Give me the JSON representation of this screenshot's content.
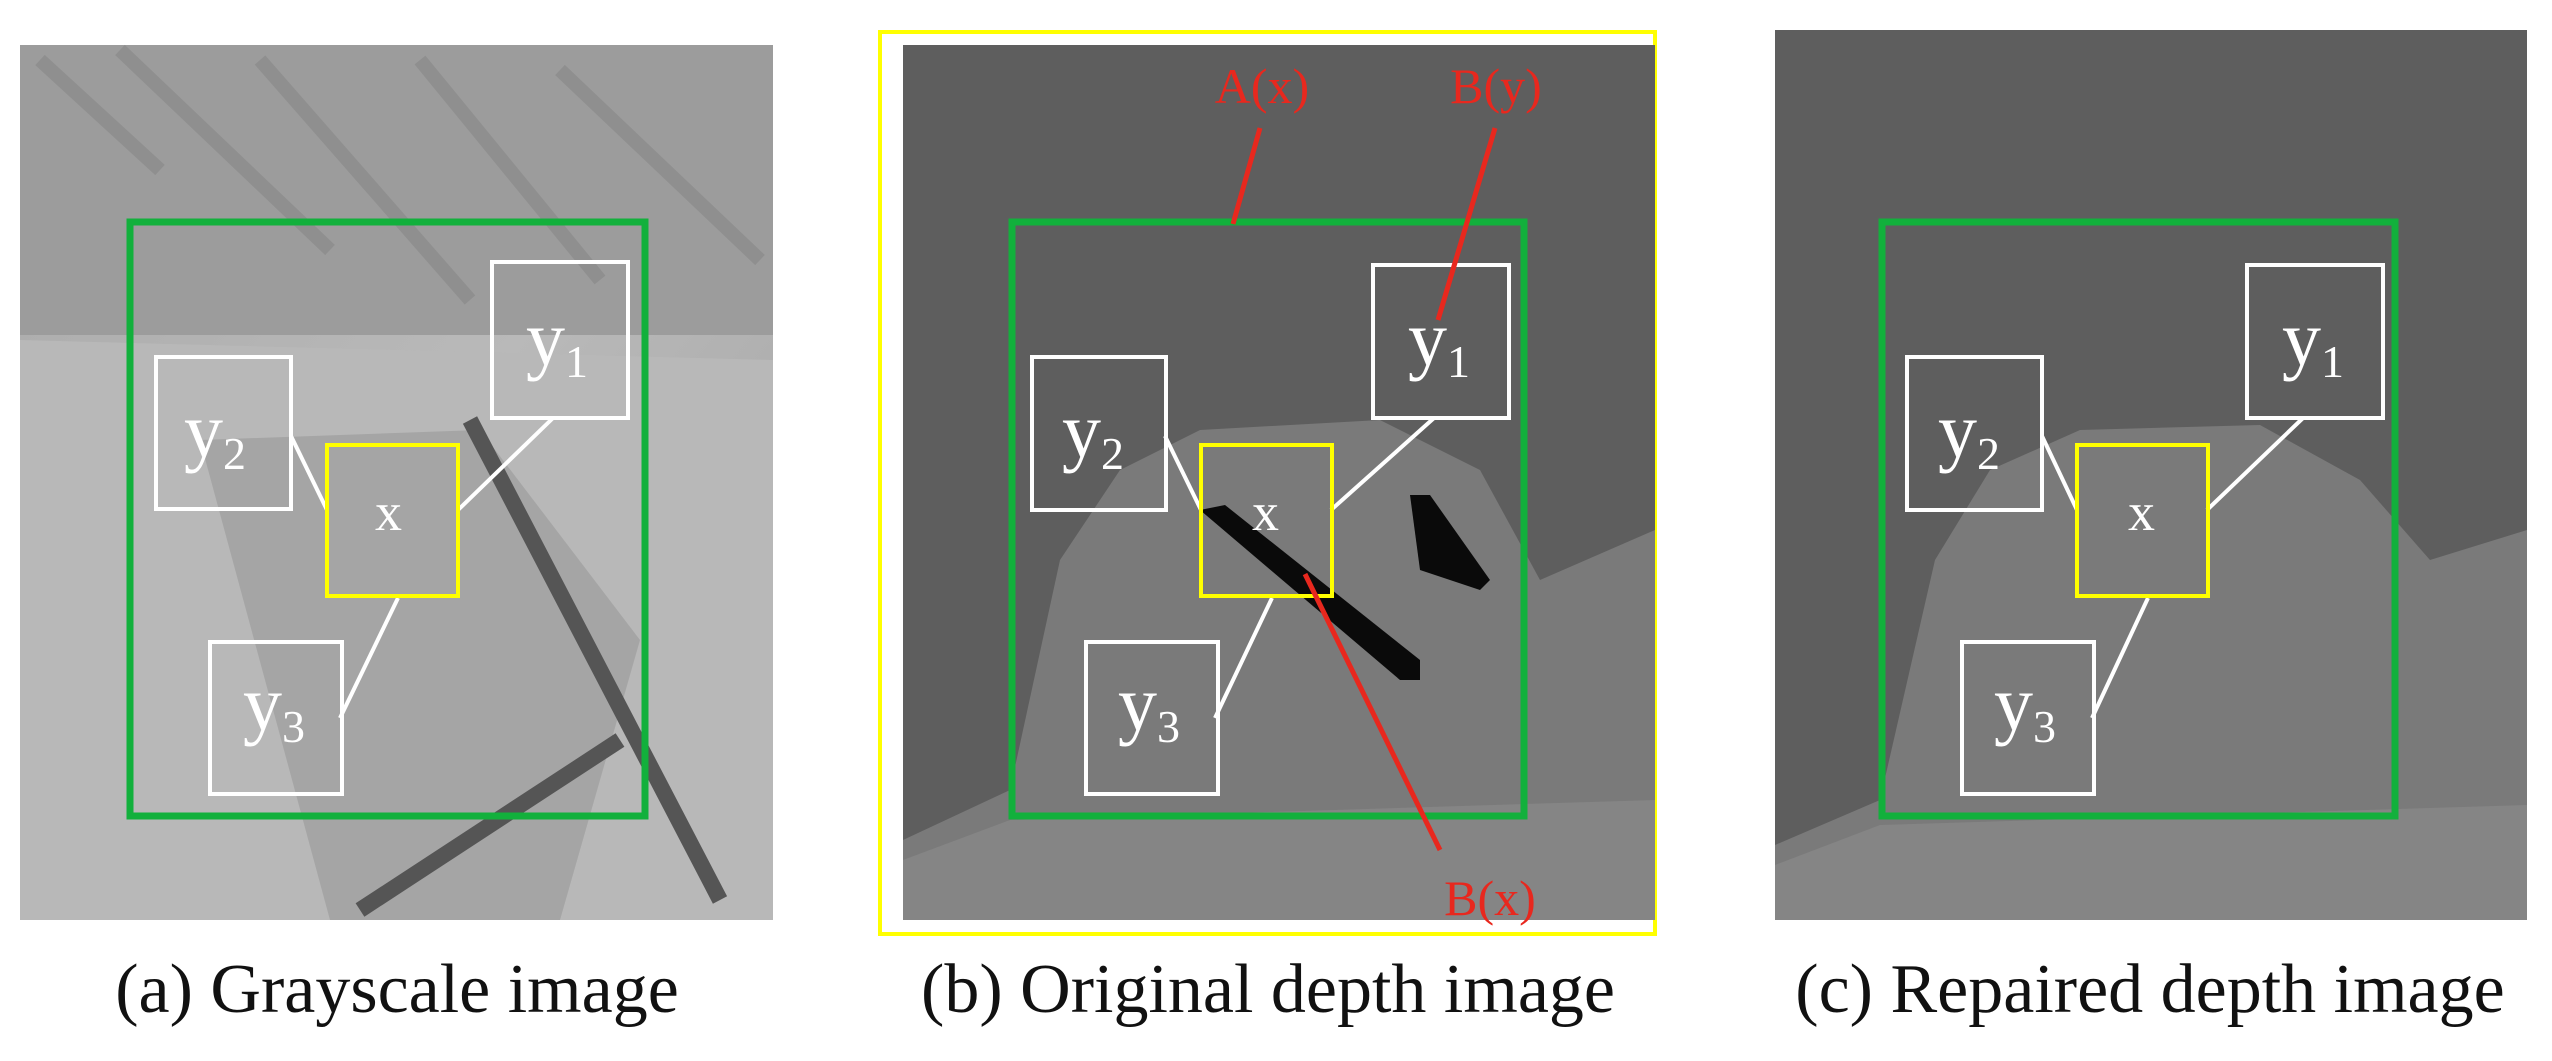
{
  "panels": [
    {
      "caption": "(a) Grayscale image",
      "labels": {
        "y1_base": "y",
        "y1_sub": "1",
        "y2_base": "y",
        "y2_sub": "2",
        "y3_base": "y",
        "y3_sub": "3",
        "x": "x"
      }
    },
    {
      "caption": "(b) Original depth image",
      "labels": {
        "y1_base": "y",
        "y1_sub": "1",
        "y2_base": "y",
        "y2_sub": "2",
        "y3_base": "y",
        "y3_sub": "3",
        "x": "x"
      },
      "annotations": {
        "ax": "A(x)",
        "by": "B(y)",
        "bx": "B(x)"
      }
    },
    {
      "caption": "(c) Repaired depth image",
      "labels": {
        "y1_base": "y",
        "y1_sub": "1",
        "y2_base": "y",
        "y2_sub": "2",
        "y3_base": "y",
        "y3_sub": "3",
        "x": "x"
      }
    }
  ],
  "colors": {
    "window_green": "#12b03c",
    "center_yellow": "#ffff00",
    "neighbor_white": "#ffffff",
    "annotation_red": "#e8281e"
  }
}
